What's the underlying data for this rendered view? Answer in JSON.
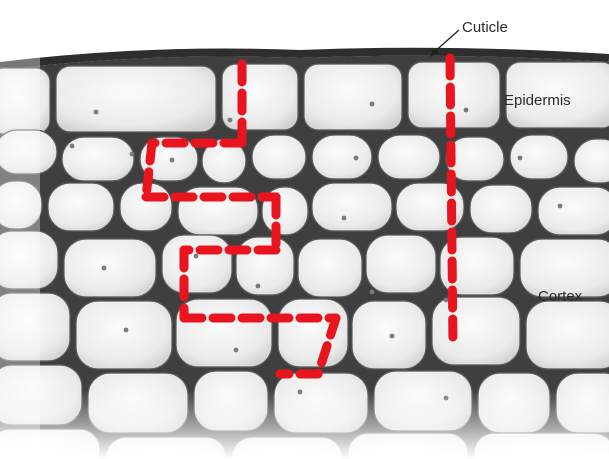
{
  "labels": {
    "cuticle": "Cuticle",
    "epidermis": "Epidermis",
    "cortex": "Cortex"
  },
  "colors": {
    "path_dash": "#e8141e",
    "cell_fill": "#eeeeee",
    "cell_wall": "#4a4a4a",
    "background": "#ffffff"
  }
}
